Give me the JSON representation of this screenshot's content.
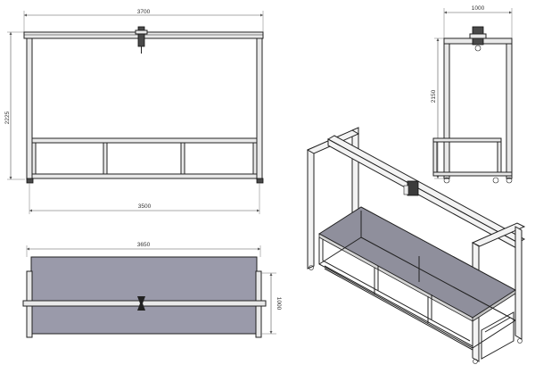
{
  "dimensions": {
    "front_top_width": "3700",
    "front_height": "2225",
    "front_bottom_width": "3500",
    "side_width": "1000",
    "side_height": "2150",
    "top_view_width": "3650",
    "top_view_depth": "1000"
  },
  "colors": {
    "panel": "#9a9aaa",
    "panel_iso": "#8f8f9c",
    "frame_stroke": "#222222"
  }
}
